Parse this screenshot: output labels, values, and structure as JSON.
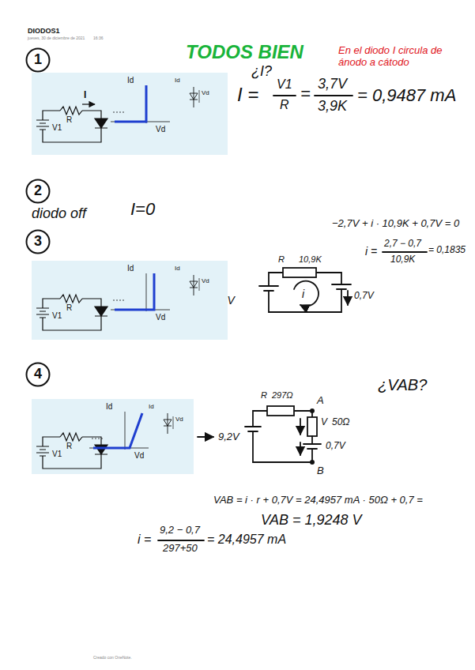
{
  "diagram": {
    "title": "DIODOS1",
    "nodes": [
      {
        "text": [
          "1"
        ]
      },
      {
        "text": [
          "I",
          "R",
          "V1",
          "Id",
          "Vd",
          "Id",
          "Vd"
        ]
      },
      {
        "text": [
          "2"
        ]
      },
      {
        "text": [
          "3"
        ]
      },
      {
        "text": [
          "R",
          "V1",
          "Id",
          "Vd",
          "Id",
          "Vd"
        ]
      },
      {
        "text": [
          "4"
        ]
      },
      {
        "text": [
          "R",
          "V1",
          "Id",
          "Vd",
          "Id",
          "Vd"
        ]
      }
    ],
    "labels": [
      "jueves, 30 de diciembre de 2021",
      "16:36",
      "TODOS BIEN",
      "En el diodo I circula de ánodo a cátodo",
      "¿I?",
      "I =",
      "V1",
      "R",
      "=",
      "3,7V",
      "3,9K",
      "= 0,9487 mA",
      "diodo off",
      "I=0",
      "−2,7V + i · 10,9K + 0,7V = 0",
      "i =",
      "2,7 − 0,7",
      "10,9K",
      "= 0,1835",
      "R",
      "10,9K",
      "3,7V",
      "i",
      "0,7V",
      "¿VAB?",
      "R",
      "297Ω",
      "A",
      "V",
      "50Ω",
      "0,7V",
      "B",
      "9,2V",
      "VAB = i · r + 0,7V = 24,4957 mA · 50Ω + 0,7 =",
      "VAB = 1,9248 V",
      "i =",
      "9,2 − 0,7",
      "297+50",
      "= 24,4957 mA",
      "Creado con OneNote."
    ]
  }
}
